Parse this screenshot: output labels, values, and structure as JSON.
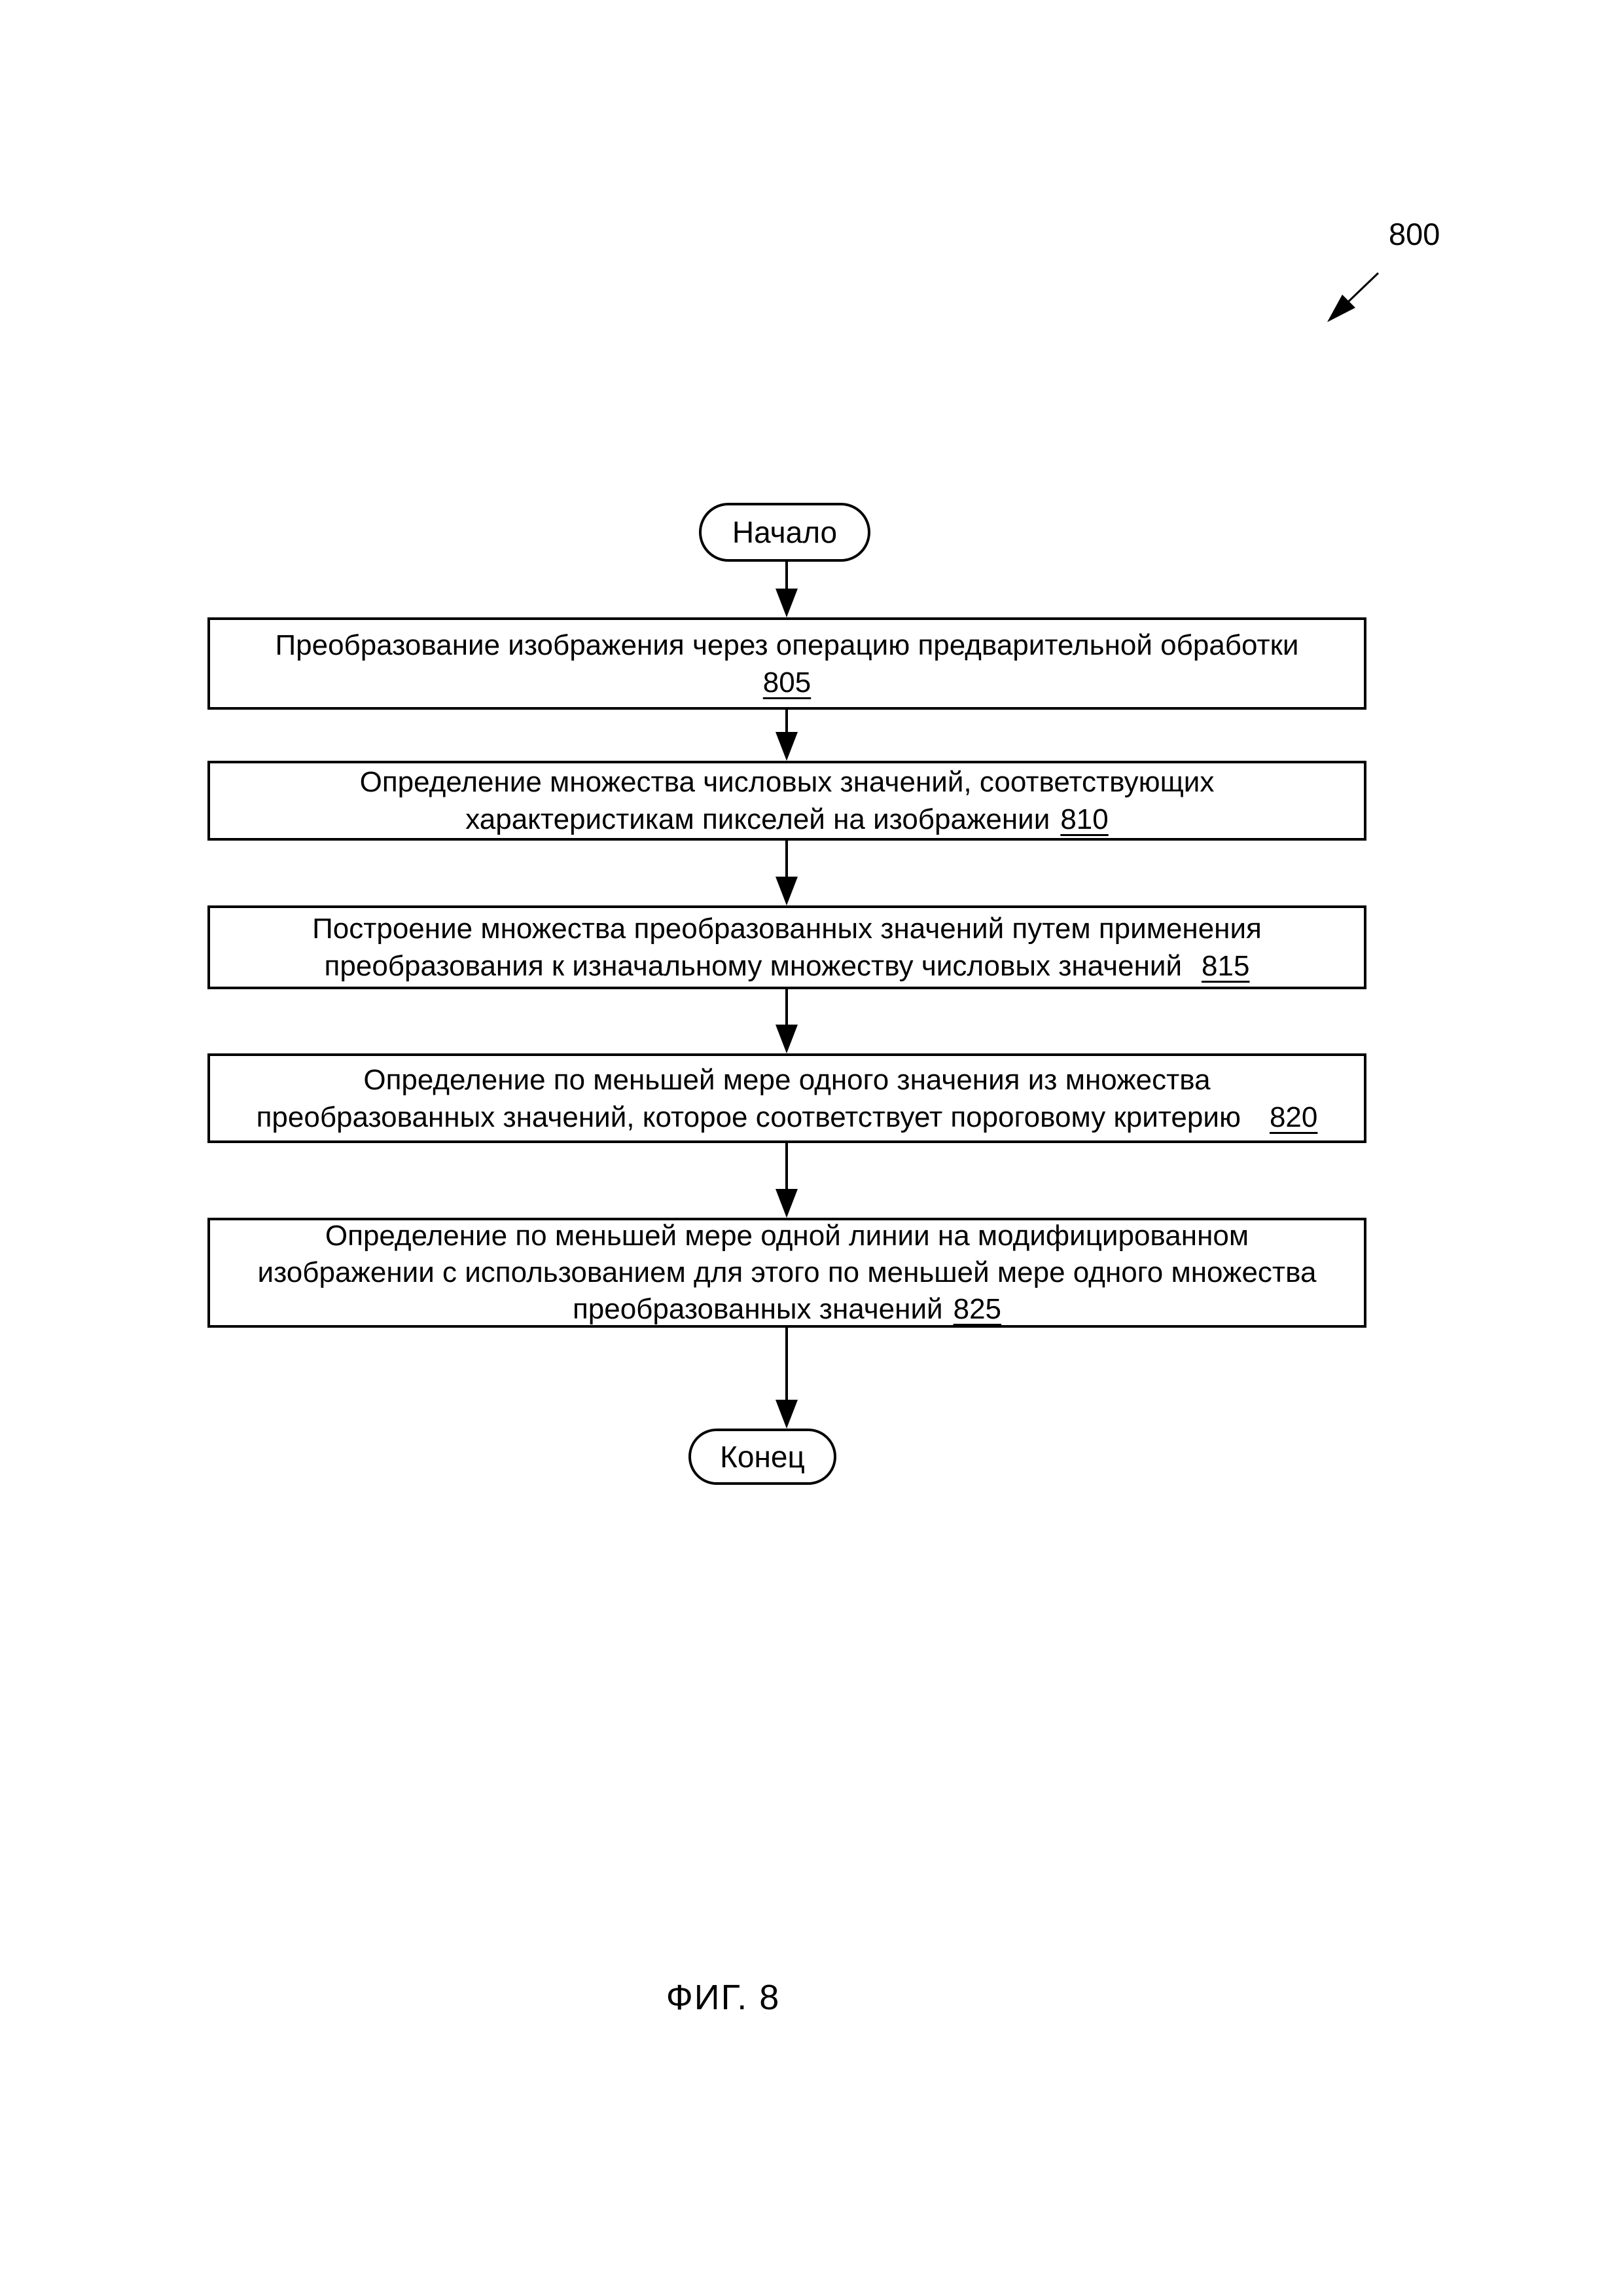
{
  "figure": {
    "reference_label": "800",
    "caption": "ФИГ. 8",
    "terminals": {
      "start": "Начало",
      "end": "Конец"
    },
    "steps": [
      {
        "ref": "805",
        "lines": [
          "Преобразование изображения через операцию предварительной обработки"
        ]
      },
      {
        "ref": "810",
        "lines": [
          "Определение множества числовых значений, соответствующих",
          "характеристикам пикселей на изображении"
        ]
      },
      {
        "ref": "815",
        "lines": [
          "Построение множества преобразованных значений путем применения",
          "преобразования к изначальному множеству числовых значений"
        ]
      },
      {
        "ref": "820",
        "lines": [
          "Определение по меньшей мере одного значения из множества",
          "преобразованных значений, которое соответствует пороговому критерию"
        ]
      },
      {
        "ref": "825",
        "lines": [
          "Определение по меньшей мере одной линии на модифицированном",
          "изображении с использованием для этого по меньшей мере одного множества",
          "преобразованных значений"
        ]
      }
    ]
  }
}
